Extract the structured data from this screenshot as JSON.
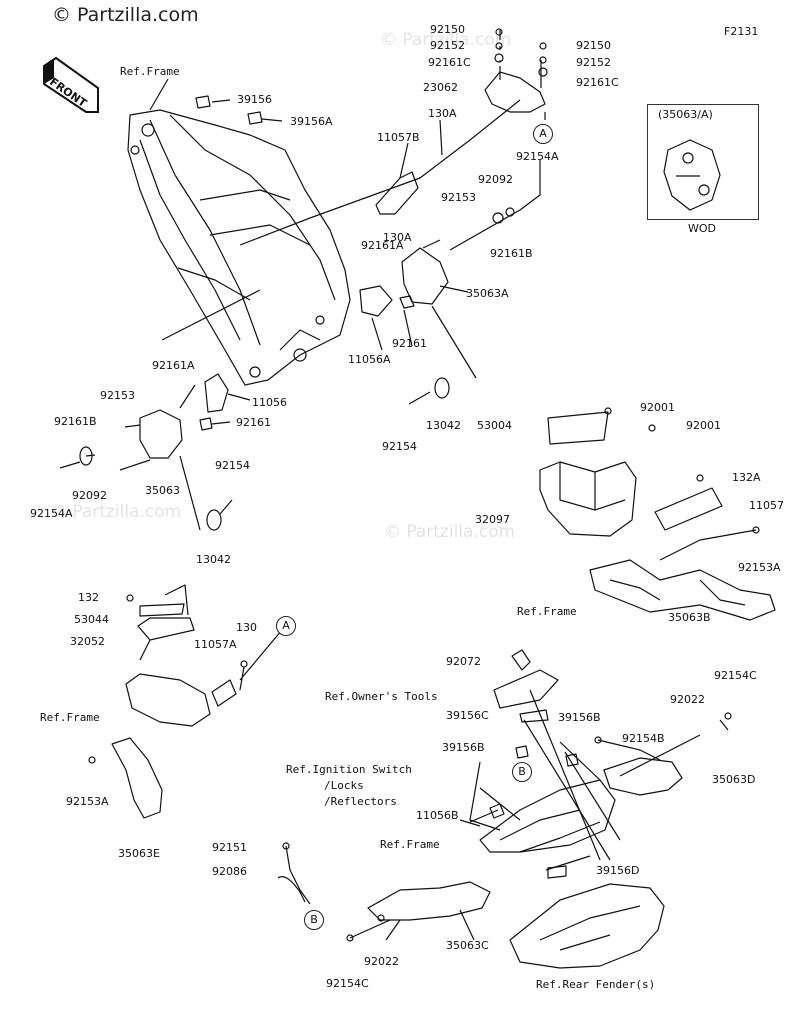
{
  "brand": "© Partzilla.com",
  "watermark": "© Partzilla.com",
  "figure_code": "F2131",
  "front_label": "FRONT",
  "inset": {
    "title": "(35063/A)",
    "caption": "WOD"
  },
  "callouts": {
    "A": "A",
    "B": "B"
  },
  "labels": {
    "ref_frame_top": "Ref.Frame",
    "p39156": "39156",
    "p39156A": "39156A",
    "p130A_1": "130A",
    "p11057B": "11057B",
    "p92150_a": "92150",
    "p92152_a": "92152",
    "p92161C_a": "92161C",
    "p23062": "23062",
    "p92150_b": "92150",
    "p92152_b": "92152",
    "p92161C_b": "92161C",
    "p92154A_top": "92154A",
    "p92092_top": "92092",
    "p92153_top": "92153",
    "p130A_2": "130A",
    "p92161A_top": "92161A",
    "p92161B_top": "92161B",
    "p35063A": "35063A",
    "p92161_top": "92161",
    "p11056A": "11056A",
    "p13042_top": "13042",
    "p92154_top": "92154",
    "p92161A_left": "92161A",
    "p92153_left": "92153",
    "p11056": "11056",
    "p92161B_left": "92161B",
    "p92161_left": "92161",
    "p92092_left": "92092",
    "p35063": "35063",
    "p92154A_left": "92154A",
    "p92154_left": "92154",
    "p13042_left": "13042",
    "p92001_a": "92001",
    "p53004": "53004",
    "p92001_b": "92001",
    "p132A": "132A",
    "p11057": "11057",
    "p32097": "32097",
    "p92153A_right": "92153A",
    "ref_frame_right": "Ref.Frame",
    "p35063B": "35063B",
    "p132": "132",
    "p53044": "53044",
    "p32052": "32052",
    "p11057A": "11057A",
    "p130": "130",
    "ref_frame_left": "Ref.Frame",
    "p92153A_left": "92153A",
    "p35063E": "35063E",
    "p92072": "92072",
    "ref_owners_tools": "Ref.Owner's Tools",
    "p39156C": "39156C",
    "p39156B_a": "39156B",
    "p92022_right": "92022",
    "p92154C_right": "92154C",
    "p92154B": "92154B",
    "p39156B_b": "39156B",
    "ref_ignition": "Ref.Ignition Switch",
    "ref_locks": "/Locks",
    "ref_reflectors": "/Reflectors",
    "p35063D": "35063D",
    "p11056B": "11056B",
    "ref_frame_bottom": "Ref.Frame",
    "p39156D": "39156D",
    "p92151": "92151",
    "p92086": "92086",
    "p35063C": "35063C",
    "p92022_bottom": "92022",
    "p92154C_bottom": "92154C",
    "ref_rear_fender": "Ref.Rear Fender(s)"
  }
}
